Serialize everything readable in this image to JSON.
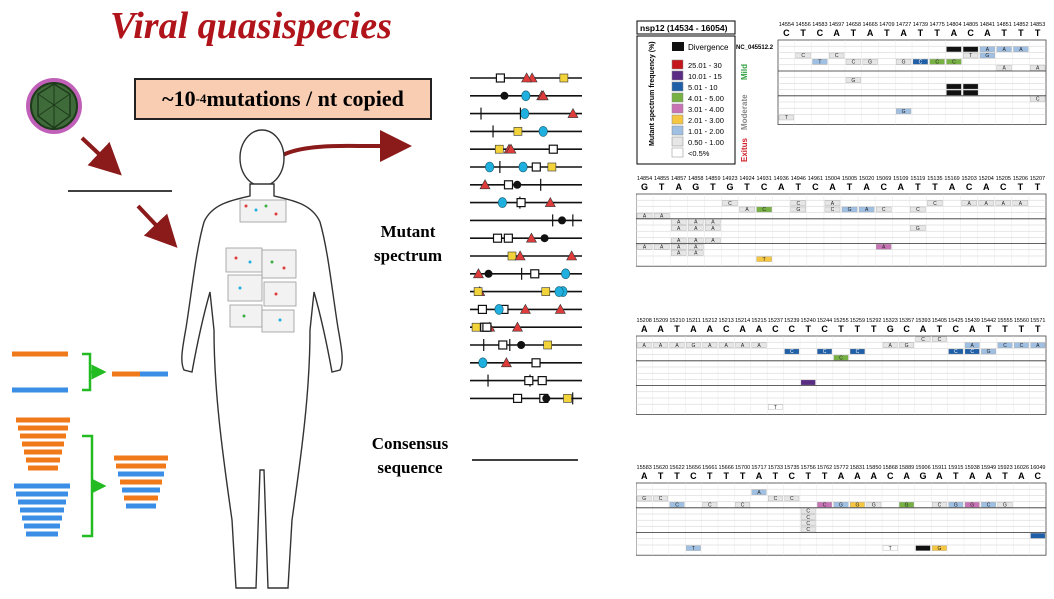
{
  "title": "Viral quasispecies",
  "mutation_rate": {
    "prefix": "~10",
    "exponent": "-4",
    "suffix": " mutations / nt copied"
  },
  "mutant_spectrum_label": [
    "Mutant",
    "spectrum"
  ],
  "consensus_label": [
    "Consensus",
    "sequence"
  ],
  "colors": {
    "title": "#b0131a",
    "arrow": "#8b1a1a",
    "orange": "#f07a1a",
    "blue": "#3a8ee6",
    "green": "#22bb22",
    "triangle": "#e03b3b",
    "circle": "#1fb0e0",
    "square_yellow": "#f3d33a"
  },
  "legend": {
    "gene": "nsp12 (14534 - 16054)",
    "divergence": "Divergence",
    "axis_label": "Mutant spectrum frequency (%)",
    "ref": "NC_045512.2",
    "entries": [
      {
        "label": "25.01 - 30",
        "color": "#c4161c"
      },
      {
        "label": "10.01 - 15",
        "color": "#5b2c83"
      },
      {
        "label": "5.01 - 10",
        "color": "#1e5fa8"
      },
      {
        "label": "4.01 - 5.00",
        "color": "#77b043"
      },
      {
        "label": "3.01 - 4.00",
        "color": "#c873b6"
      },
      {
        "label": "2.01 - 3.00",
        "color": "#f5c642"
      },
      {
        "label": "1.01 - 2.00",
        "color": "#9fbfe3"
      },
      {
        "label": "0.50 - 1.00",
        "color": "#e6e6e6"
      },
      {
        "label": "<0.5%",
        "color": "#ffffff"
      }
    ],
    "groups": [
      {
        "name": "Mild",
        "color": "#2e9e3e"
      },
      {
        "name": "Moderate",
        "color": "#888888"
      },
      {
        "name": "Exitus",
        "color": "#d0202a"
      }
    ]
  },
  "heatmap_blocks": [
    {
      "positions": [
        "14554",
        "14556",
        "14583",
        "14597",
        "14658",
        "14665",
        "14709",
        "14727",
        "14739",
        "14775",
        "14804",
        "14805",
        "14841",
        "14851",
        "14852",
        "14853"
      ],
      "bases": [
        "C",
        "T",
        "C",
        "A",
        "T",
        "A",
        "T",
        "A",
        "T",
        "T",
        "A",
        "C",
        "A",
        "T",
        "T",
        "T"
      ],
      "cells": [
        {
          "row": 1,
          "col": 10,
          "color": "#111111",
          "label": ""
        },
        {
          "row": 1,
          "col": 11,
          "color": "#111111",
          "label": ""
        },
        {
          "row": 1,
          "col": 12,
          "color": "#9fbfe3",
          "label": "A"
        },
        {
          "row": 1,
          "col": 13,
          "color": "#9fbfe3",
          "label": "A"
        },
        {
          "row": 1,
          "col": 14,
          "color": "#9fbfe3",
          "label": "A"
        },
        {
          "row": 2,
          "col": 1,
          "color": "#e6e6e6",
          "label": "C"
        },
        {
          "row": 2,
          "col": 3,
          "color": "#e6e6e6",
          "label": "C"
        },
        {
          "row": 2,
          "col": 11,
          "color": "#e6e6e6",
          "label": "T"
        },
        {
          "row": 2,
          "col": 12,
          "color": "#9fbfe3",
          "label": "G"
        },
        {
          "row": 3,
          "col": 2,
          "color": "#9fbfe3",
          "label": "T"
        },
        {
          "row": 3,
          "col": 4,
          "color": "#e6e6e6",
          "label": "C"
        },
        {
          "row": 3,
          "col": 5,
          "color": "#e6e6e6",
          "label": "G"
        },
        {
          "row": 3,
          "col": 7,
          "color": "#e6e6e6",
          "label": "G"
        },
        {
          "row": 3,
          "col": 8,
          "color": "#1e5fa8",
          "label": "C"
        },
        {
          "row": 3,
          "col": 9,
          "color": "#77b043",
          "label": "C"
        },
        {
          "row": 3,
          "col": 10,
          "color": "#77b043",
          "label": "C"
        },
        {
          "row": 4,
          "col": 13,
          "color": "#e6e6e6",
          "label": "A"
        },
        {
          "row": 4,
          "col": 15,
          "color": "#e6e6e6",
          "label": "A"
        },
        {
          "row": 6,
          "col": 4,
          "color": "#e6e6e6",
          "label": "G"
        },
        {
          "row": 7,
          "col": 10,
          "color": "#111111",
          "label": ""
        },
        {
          "row": 7,
          "col": 11,
          "color": "#111111",
          "label": ""
        },
        {
          "row": 8,
          "col": 10,
          "color": "#111111",
          "label": ""
        },
        {
          "row": 8,
          "col": 11,
          "color": "#111111",
          "label": ""
        },
        {
          "row": 9,
          "col": 15,
          "color": "#e6e6e6",
          "label": "C"
        },
        {
          "row": 11,
          "col": 7,
          "color": "#9fbfe3",
          "label": "G"
        },
        {
          "row": 12,
          "col": 0,
          "color": "#e6e6e6",
          "label": "T"
        }
      ]
    },
    {
      "positions": [
        "14854",
        "14855",
        "14857",
        "14858",
        "14859",
        "14923",
        "14924",
        "14931",
        "14936",
        "14946",
        "14961",
        "15004",
        "15005",
        "15020",
        "15069",
        "15109",
        "15119",
        "15135",
        "15169",
        "15203",
        "15204",
        "15205",
        "15206",
        "15207"
      ],
      "bases": [
        "G",
        "T",
        "A",
        "G",
        "T",
        "G",
        "T",
        "C",
        "A",
        "T",
        "C",
        "A",
        "T",
        "A",
        "C",
        "A",
        "T",
        "T",
        "A",
        "C",
        "A",
        "C",
        "T",
        "T"
      ],
      "cells": [
        {
          "row": 1,
          "col": 5,
          "color": "#e6e6e6",
          "label": "C"
        },
        {
          "row": 1,
          "col": 9,
          "color": "#e6e6e6",
          "label": "C"
        },
        {
          "row": 1,
          "col": 11,
          "color": "#e6e6e6",
          "label": "A"
        },
        {
          "row": 1,
          "col": 17,
          "color": "#e6e6e6",
          "label": "C"
        },
        {
          "row": 1,
          "col": 19,
          "color": "#e6e6e6",
          "label": "A"
        },
        {
          "row": 1,
          "col": 20,
          "color": "#e6e6e6",
          "label": "A"
        },
        {
          "row": 1,
          "col": 21,
          "color": "#e6e6e6",
          "label": "A"
        },
        {
          "row": 1,
          "col": 22,
          "color": "#e6e6e6",
          "label": "A"
        },
        {
          "row": 2,
          "col": 6,
          "color": "#e6e6e6",
          "label": "A"
        },
        {
          "row": 2,
          "col": 7,
          "color": "#77b043",
          "label": "C"
        },
        {
          "row": 2,
          "col": 9,
          "color": "#e6e6e6",
          "label": "G"
        },
        {
          "row": 2,
          "col": 11,
          "color": "#e6e6e6",
          "label": "C"
        },
        {
          "row": 2,
          "col": 12,
          "color": "#9fbfe3",
          "label": "G"
        },
        {
          "row": 2,
          "col": 13,
          "color": "#9fbfe3",
          "label": "A"
        },
        {
          "row": 2,
          "col": 14,
          "color": "#e6e6e6",
          "label": "C"
        },
        {
          "row": 2,
          "col": 16,
          "color": "#e6e6e6",
          "label": "C"
        },
        {
          "row": 3,
          "col": 0,
          "color": "#e6e6e6",
          "label": "A"
        },
        {
          "row": 3,
          "col": 1,
          "color": "#e6e6e6",
          "label": "A"
        },
        {
          "row": 4,
          "col": 2,
          "color": "#e6e6e6",
          "label": "A"
        },
        {
          "row": 4,
          "col": 3,
          "color": "#e6e6e6",
          "label": "A"
        },
        {
          "row": 4,
          "col": 4,
          "color": "#e6e6e6",
          "label": "A"
        },
        {
          "row": 5,
          "col": 2,
          "color": "#e6e6e6",
          "label": "A"
        },
        {
          "row": 5,
          "col": 3,
          "color": "#e6e6e6",
          "label": "A"
        },
        {
          "row": 5,
          "col": 4,
          "color": "#e6e6e6",
          "label": "A"
        },
        {
          "row": 5,
          "col": 16,
          "color": "#e6e6e6",
          "label": "G"
        },
        {
          "row": 7,
          "col": 2,
          "color": "#e6e6e6",
          "label": "A"
        },
        {
          "row": 7,
          "col": 3,
          "color": "#e6e6e6",
          "label": "A"
        },
        {
          "row": 7,
          "col": 4,
          "color": "#e6e6e6",
          "label": "A"
        },
        {
          "row": 8,
          "col": 0,
          "color": "#e6e6e6",
          "label": "A"
        },
        {
          "row": 8,
          "col": 1,
          "color": "#e6e6e6",
          "label": "A"
        },
        {
          "row": 8,
          "col": 2,
          "color": "#e6e6e6",
          "label": "A"
        },
        {
          "row": 8,
          "col": 3,
          "color": "#e6e6e6",
          "label": "A"
        },
        {
          "row": 8,
          "col": 14,
          "color": "#c873b6",
          "label": "A"
        },
        {
          "row": 9,
          "col": 2,
          "color": "#e6e6e6",
          "label": "A"
        },
        {
          "row": 9,
          "col": 3,
          "color": "#e6e6e6",
          "label": "A"
        },
        {
          "row": 10,
          "col": 7,
          "color": "#f5c642",
          "label": "T"
        }
      ]
    },
    {
      "positions": [
        "15208",
        "15209",
        "15210",
        "15211",
        "15212",
        "15213",
        "15214",
        "15215",
        "15237",
        "15239",
        "15240",
        "15244",
        "15255",
        "15259",
        "15292",
        "15323",
        "15357",
        "15393",
        "15405",
        "15425",
        "15439",
        "15442",
        "15555",
        "15560",
        "15571"
      ],
      "bases": [
        "A",
        "A",
        "T",
        "A",
        "A",
        "C",
        "A",
        "A",
        "C",
        "C",
        "T",
        "C",
        "T",
        "T",
        "T",
        "G",
        "C",
        "A",
        "T",
        "C",
        "A",
        "T",
        "T",
        "T",
        "T"
      ],
      "cells": [
        {
          "row": 1,
          "col": 0,
          "color": "#e6e6e6",
          "label": "A"
        },
        {
          "row": 1,
          "col": 1,
          "color": "#e6e6e6",
          "label": "A"
        },
        {
          "row": 1,
          "col": 2,
          "color": "#e6e6e6",
          "label": "A"
        },
        {
          "row": 1,
          "col": 3,
          "color": "#e6e6e6",
          "label": "G"
        },
        {
          "row": 1,
          "col": 4,
          "color": "#e6e6e6",
          "label": "A"
        },
        {
          "row": 1,
          "col": 5,
          "color": "#e6e6e6",
          "label": "A"
        },
        {
          "row": 1,
          "col": 6,
          "color": "#e6e6e6",
          "label": "A"
        },
        {
          "row": 1,
          "col": 7,
          "color": "#e6e6e6",
          "label": "A"
        },
        {
          "row": 1,
          "col": 15,
          "color": "#e6e6e6",
          "label": "A"
        },
        {
          "row": 1,
          "col": 16,
          "color": "#e6e6e6",
          "label": "G"
        },
        {
          "row": 1,
          "col": 20,
          "color": "#9fbfe3",
          "label": "A"
        },
        {
          "row": 1,
          "col": 22,
          "color": "#9fbfe3",
          "label": "C"
        },
        {
          "row": 1,
          "col": 23,
          "color": "#9fbfe3",
          "label": "C"
        },
        {
          "row": 1,
          "col": 24,
          "color": "#9fbfe3",
          "label": "A"
        },
        {
          "row": 0,
          "col": 17,
          "color": "#e6e6e6",
          "label": "C"
        },
        {
          "row": 0,
          "col": 18,
          "color": "#e6e6e6",
          "label": "C"
        },
        {
          "row": 2,
          "col": 9,
          "color": "#1e5fa8",
          "label": "C"
        },
        {
          "row": 2,
          "col": 11,
          "color": "#1e5fa8",
          "label": "C"
        },
        {
          "row": 2,
          "col": 13,
          "color": "#1e5fa8",
          "label": "C"
        },
        {
          "row": 2,
          "col": 19,
          "color": "#1e5fa8",
          "label": "C"
        },
        {
          "row": 2,
          "col": 20,
          "color": "#1e5fa8",
          "label": "C"
        },
        {
          "row": 2,
          "col": 21,
          "color": "#9fbfe3",
          "label": "G"
        },
        {
          "row": 3,
          "col": 12,
          "color": "#77b043",
          "label": "C"
        },
        {
          "row": 7,
          "col": 10,
          "color": "#5b2c83",
          "label": ""
        },
        {
          "row": 11,
          "col": 8,
          "color": "#ffffff",
          "label": "T"
        }
      ]
    },
    {
      "positions": [
        "15583",
        "15620",
        "15622",
        "15656",
        "15661",
        "15666",
        "15700",
        "15717",
        "15733",
        "15735",
        "15756",
        "15762",
        "15772",
        "15831",
        "15850",
        "15868",
        "15889",
        "15906",
        "15911",
        "15915",
        "15938",
        "15949",
        "15923",
        "16026",
        "16049"
      ],
      "bases": [
        "A",
        "T",
        "T",
        "C",
        "T",
        "T",
        "T",
        "A",
        "T",
        "C",
        "T",
        "T",
        "A",
        "A",
        "A",
        "C",
        "A",
        "G",
        "A",
        "T",
        "A",
        "A",
        "T",
        "A",
        "C"
      ],
      "cells": [
        {
          "row": 1,
          "col": 7,
          "color": "#9fbfe3",
          "label": "A"
        },
        {
          "row": 2,
          "col": 0,
          "color": "#e6e6e6",
          "label": "G"
        },
        {
          "row": 2,
          "col": 1,
          "color": "#e6e6e6",
          "label": "C"
        },
        {
          "row": 2,
          "col": 8,
          "color": "#e6e6e6",
          "label": "C"
        },
        {
          "row": 2,
          "col": 9,
          "color": "#e6e6e6",
          "label": "C"
        },
        {
          "row": 3,
          "col": 2,
          "color": "#9fbfe3",
          "label": "C"
        },
        {
          "row": 3,
          "col": 4,
          "color": "#e6e6e6",
          "label": "C"
        },
        {
          "row": 3,
          "col": 6,
          "color": "#e6e6e6",
          "label": "C"
        },
        {
          "row": 3,
          "col": 11,
          "color": "#c873b6",
          "label": "C"
        },
        {
          "row": 3,
          "col": 12,
          "color": "#9fbfe3",
          "label": "G"
        },
        {
          "row": 3,
          "col": 13,
          "color": "#f5c642",
          "label": "G"
        },
        {
          "row": 3,
          "col": 14,
          "color": "#e6e6e6",
          "label": "G"
        },
        {
          "row": 3,
          "col": 16,
          "color": "#77b043",
          "label": "G"
        },
        {
          "row": 3,
          "col": 18,
          "color": "#e6e6e6",
          "label": "C"
        },
        {
          "row": 3,
          "col": 19,
          "color": "#9fbfe3",
          "label": "G"
        },
        {
          "row": 3,
          "col": 20,
          "color": "#c873b6",
          "label": "G"
        },
        {
          "row": 3,
          "col": 21,
          "color": "#9fbfe3",
          "label": "C"
        },
        {
          "row": 3,
          "col": 22,
          "color": "#e6e6e6",
          "label": "G"
        },
        {
          "row": 4,
          "col": 10,
          "color": "#e6e6e6",
          "label": "C"
        },
        {
          "row": 5,
          "col": 10,
          "color": "#e6e6e6",
          "label": "C"
        },
        {
          "row": 6,
          "col": 10,
          "color": "#e6e6e6",
          "label": "C"
        },
        {
          "row": 7,
          "col": 10,
          "color": "#e6e6e6",
          "label": "C"
        },
        {
          "row": 8,
          "col": 24,
          "color": "#1e5fa8",
          "label": ""
        },
        {
          "row": 10,
          "col": 3,
          "color": "#9fbfe3",
          "label": "T"
        },
        {
          "row": 10,
          "col": 15,
          "color": "#ffffff",
          "label": "T"
        },
        {
          "row": 10,
          "col": 17,
          "color": "#111111",
          "label": ""
        },
        {
          "row": 10,
          "col": 18,
          "color": "#f5c642",
          "label": "G"
        }
      ]
    }
  ]
}
